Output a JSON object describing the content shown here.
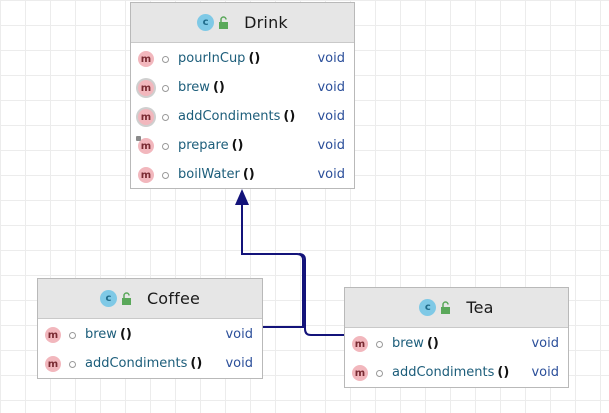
{
  "diagram": {
    "classes": [
      {
        "id": "drink",
        "name": "Drink",
        "kind_badge": "c",
        "members": [
          {
            "badge": "m",
            "name": "pourInCup",
            "parens": "()",
            "type": "void",
            "style": "normal"
          },
          {
            "badge": "m",
            "name": "brew",
            "parens": "()",
            "type": "void",
            "style": "abstract"
          },
          {
            "badge": "m",
            "name": "addCondiments",
            "parens": "()",
            "type": "void",
            "style": "abstract"
          },
          {
            "badge": "m",
            "name": "prepare",
            "parens": "()",
            "type": "void",
            "style": "protected"
          },
          {
            "badge": "m",
            "name": "boilWater",
            "parens": "()",
            "type": "void",
            "style": "normal"
          }
        ]
      },
      {
        "id": "coffee",
        "name": "Coffee",
        "kind_badge": "c",
        "members": [
          {
            "badge": "m",
            "name": "brew",
            "parens": "()",
            "type": "void",
            "style": "normal"
          },
          {
            "badge": "m",
            "name": "addCondiments",
            "parens": "()",
            "type": "void",
            "style": "normal"
          }
        ]
      },
      {
        "id": "tea",
        "name": "Tea",
        "kind_badge": "c",
        "members": [
          {
            "badge": "m",
            "name": "brew",
            "parens": "()",
            "type": "void",
            "style": "normal"
          },
          {
            "badge": "m",
            "name": "addCondiments",
            "parens": "()",
            "type": "void",
            "style": "normal"
          }
        ]
      }
    ],
    "edges": [
      {
        "from": "coffee",
        "to": "drink",
        "kind": "generalization"
      },
      {
        "from": "tea",
        "to": "drink",
        "kind": "generalization"
      }
    ],
    "colors": {
      "edge": "#13137a",
      "class_badge": "#7fc9e6",
      "method_badge": "#f2b7bd",
      "member_name": "#1c5d7a",
      "member_type": "#2b4f9a",
      "header": "#e6e6e6"
    }
  }
}
